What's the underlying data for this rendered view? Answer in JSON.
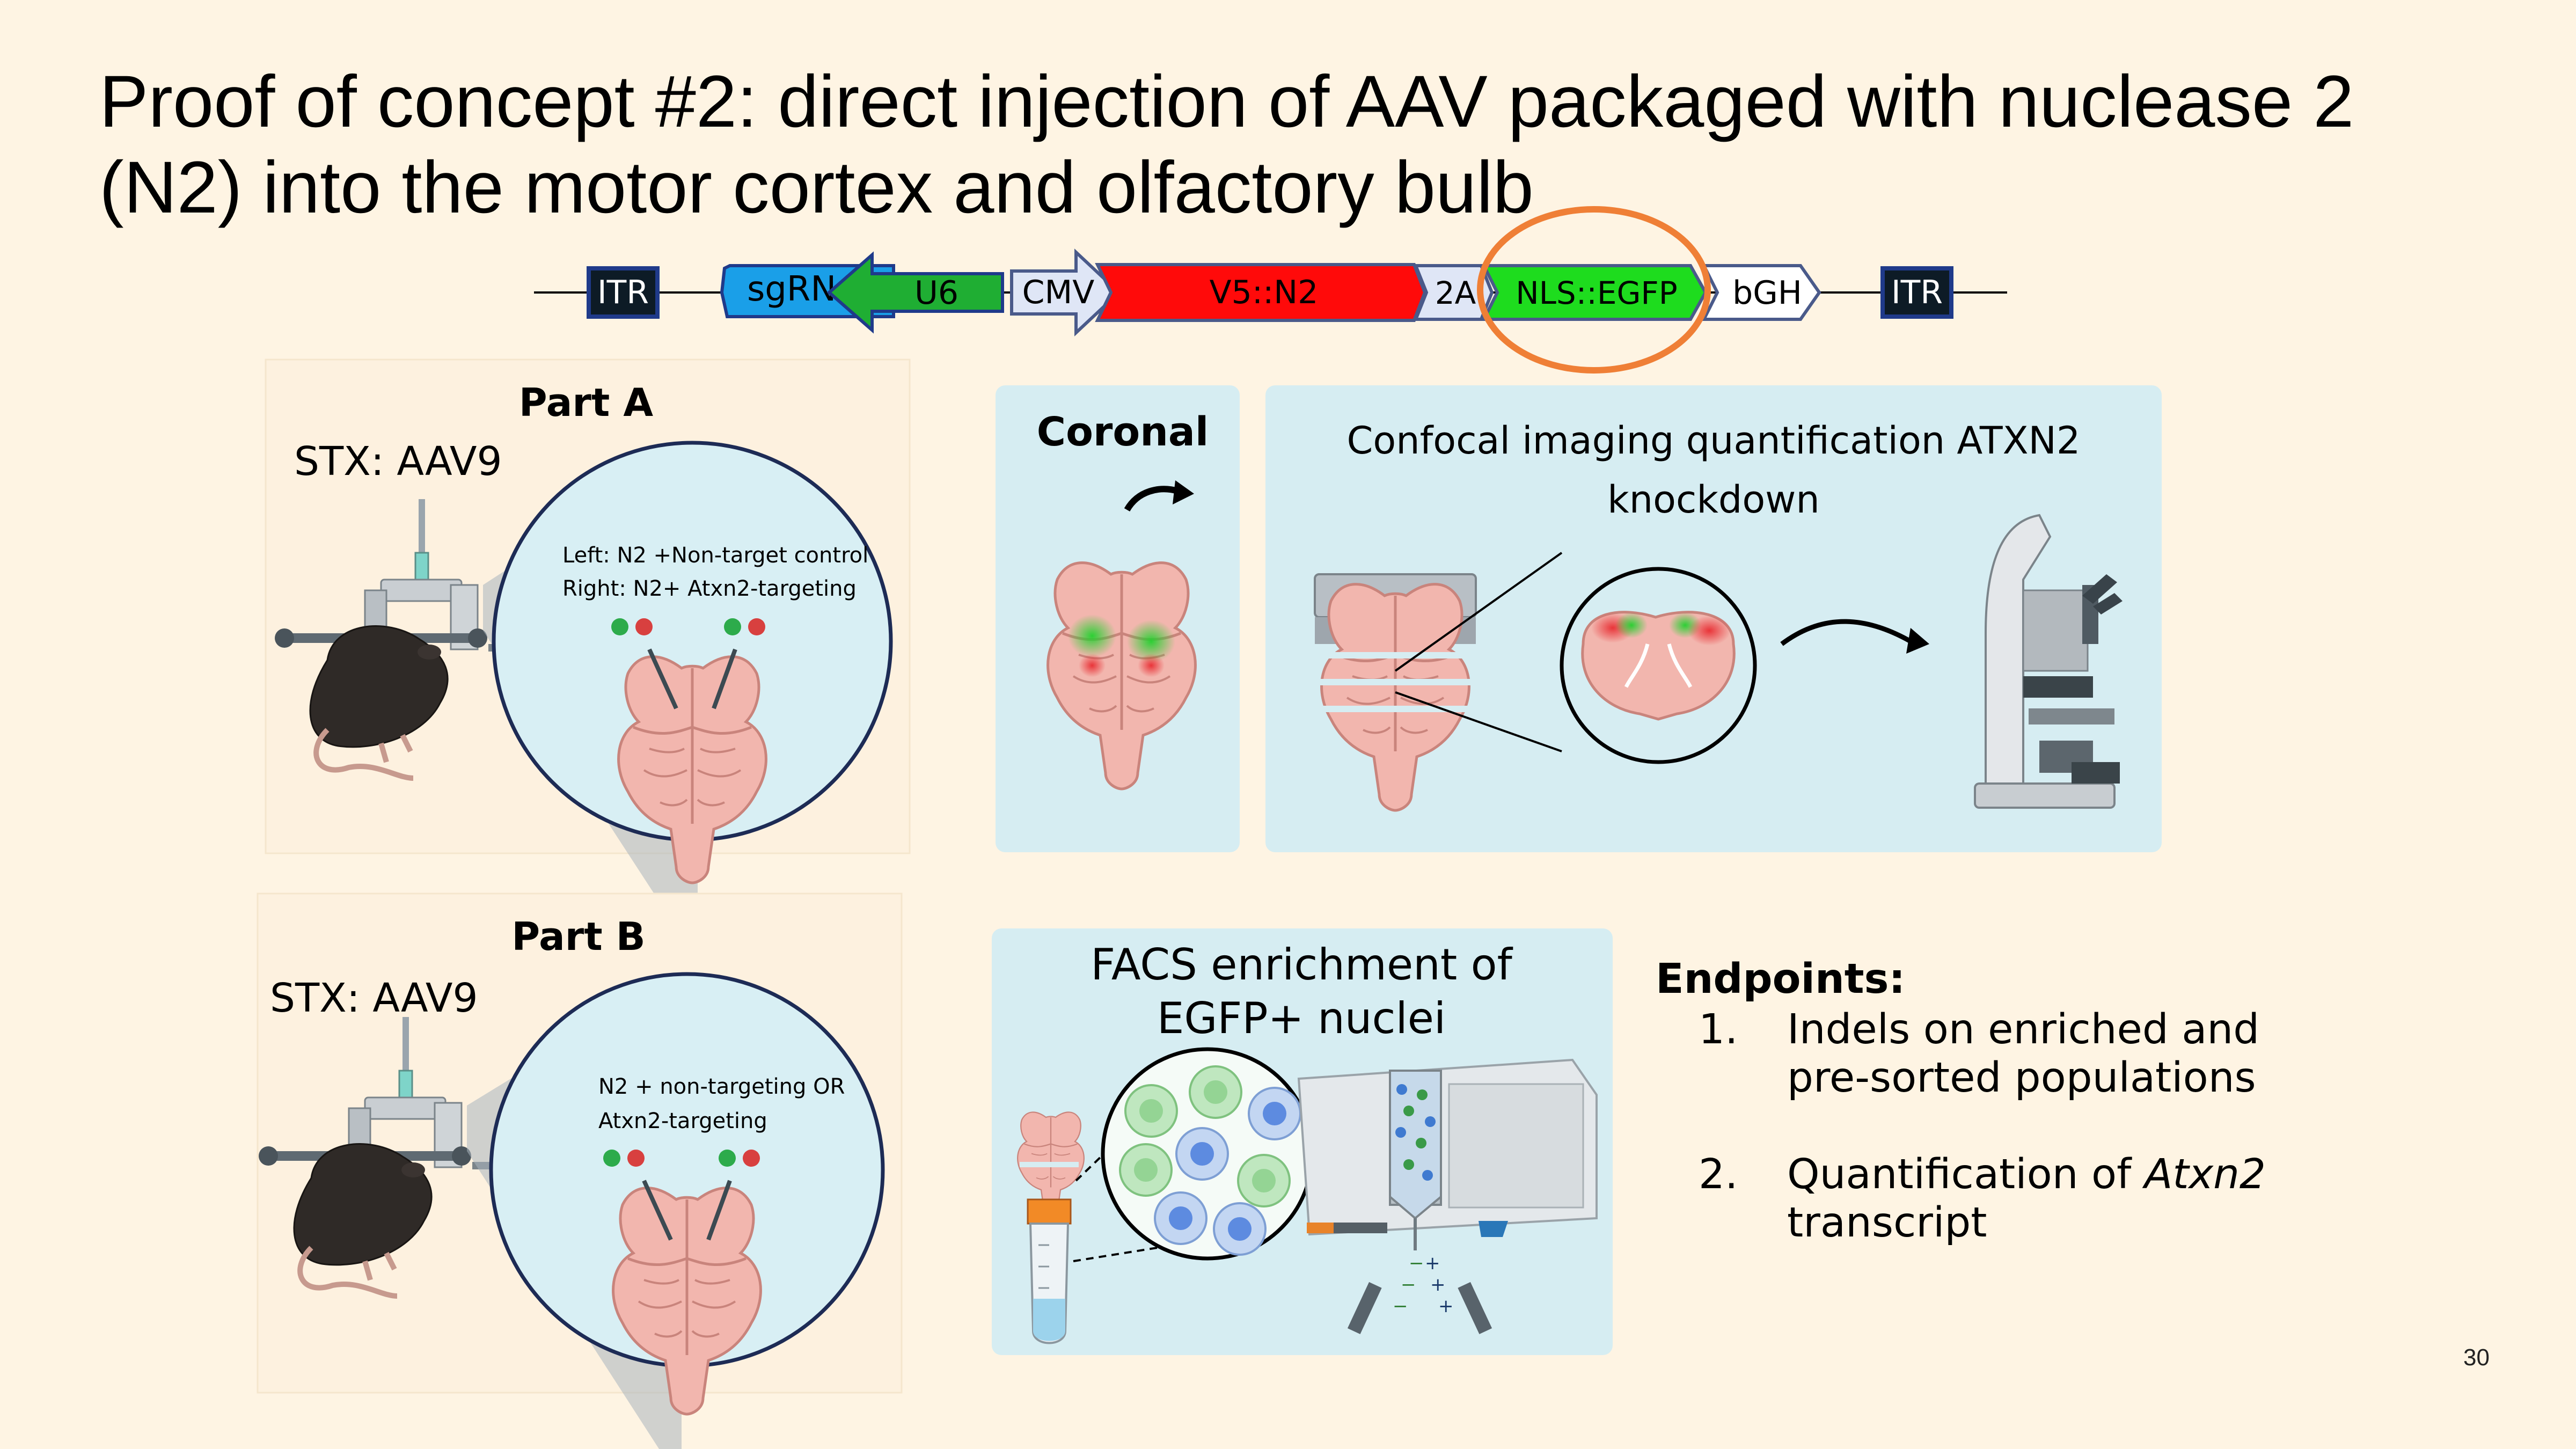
{
  "title": {
    "line1": "Proof of concept #2: direct injection of AAV packaged with nuclease 2",
    "line2": "(N2) into the motor cortex and olfactory bulb"
  },
  "construct": {
    "itr_left": "ITR",
    "sgrna": "sgRNA",
    "u6": "U6",
    "cmv": "CMV",
    "v5n2": "V5::N2",
    "t2a": "2A",
    "nls_egfp": "NLS::EGFP",
    "bgh": "bGH",
    "itr_right": "ITR",
    "colors": {
      "sgrna": "#1a9fe8",
      "u6": "#1fae33",
      "n2": "#ff0a0a",
      "egfp": "#1edc1e",
      "highlight_circle": "#ef7f36",
      "itr": "#0d1b26"
    }
  },
  "part_a": {
    "heading": "Part A",
    "stx": "STX: AAV9",
    "note_line1": "Left: N2 +Non-target control",
    "note_line2": "Right: N2+ Atxn2-targeting"
  },
  "part_b": {
    "heading": "Part B",
    "stx": "STX: AAV9",
    "note_line1": "N2 + non-targeting OR",
    "note_line2": "Atxn2-targeting"
  },
  "coronal": {
    "label": "Coronal"
  },
  "confocal": {
    "line1": "Confocal imaging quantification ATXN2",
    "line2": "knockdown"
  },
  "facs": {
    "line1": "FACS enrichment of",
    "line2": "EGFP+ nuclei"
  },
  "endpoints": {
    "heading": "Endpoints:",
    "items": [
      {
        "num": "1.",
        "text": "Indels on enriched and pre-sorted populations"
      },
      {
        "num": "2.",
        "text_before": "Quantification of",
        "text_italic": "Atxn2",
        "text_after": "transcript"
      }
    ]
  },
  "page_number": "30"
}
